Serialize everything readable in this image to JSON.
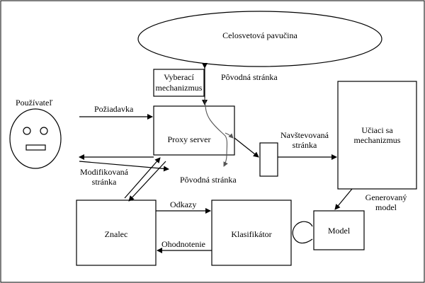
{
  "nodes": {
    "web": "Celosvetová pavučina",
    "selector": [
      "Vyberací",
      "mechanizmus"
    ],
    "user": "Používateľ",
    "proxy": "Proxy server",
    "learner": [
      "Učiaci sa",
      "mechanizmus"
    ],
    "expert": "Znalec",
    "classifier": "Klasifikátor",
    "model": "Model"
  },
  "edges": {
    "original_top": "Pôvodná stránka",
    "request": "Požiadavka",
    "visited": [
      "Navštevovaná",
      "stránka"
    ],
    "modified": [
      "Modifikovaná",
      "stránka"
    ],
    "original_bottom": "Pôvodná stránka",
    "links": "Odkazy",
    "rating": "Ohodnotenie",
    "generated": [
      "Generovaný",
      "model"
    ]
  },
  "colors": {
    "line": "#000000",
    "fill": "#ffffff",
    "path": "#555555"
  }
}
